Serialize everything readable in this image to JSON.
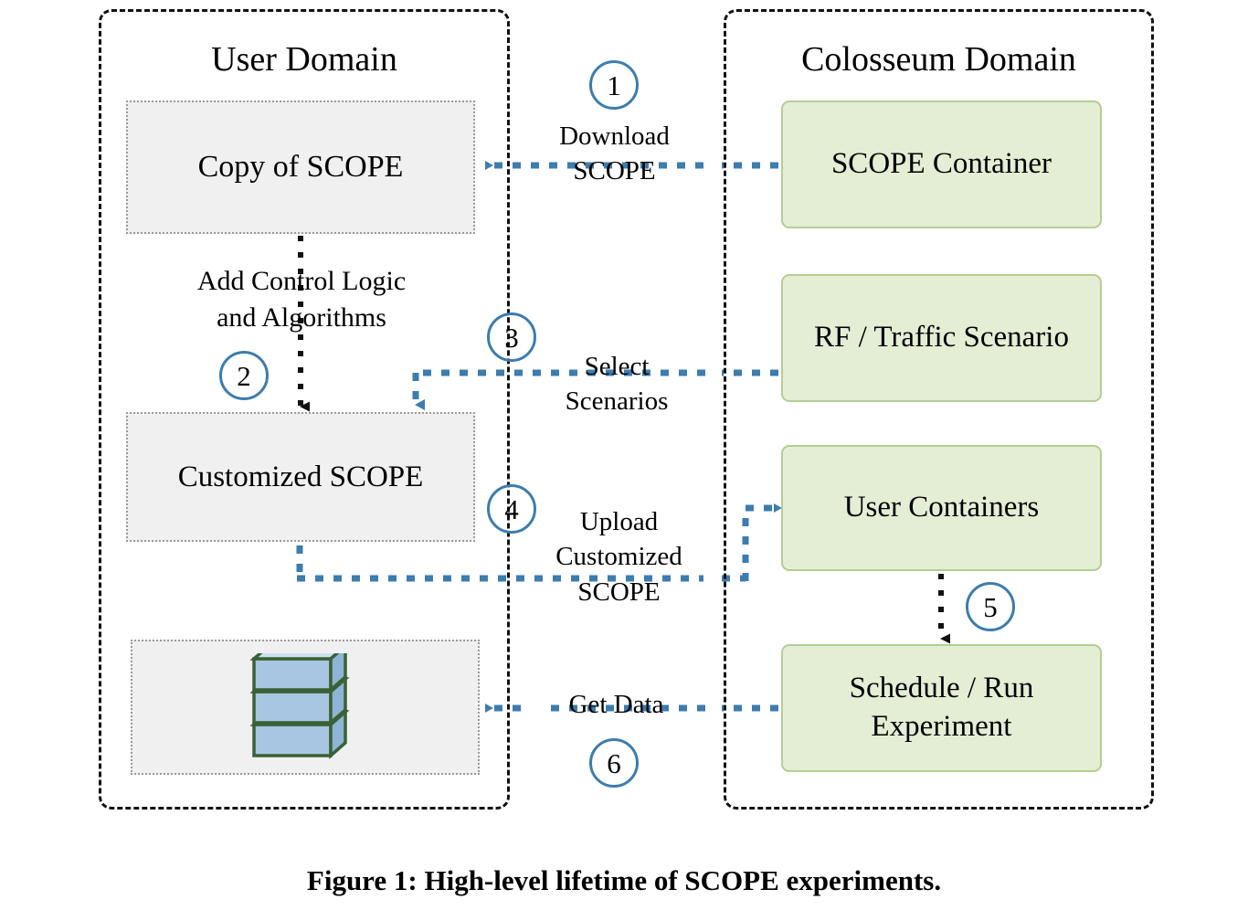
{
  "figure": {
    "caption": "Figure 1: High-level lifetime of SCOPE experiments."
  },
  "colors": {
    "accent_blue": "#3d7cae",
    "green_fill": "#e3eed4",
    "green_border": "#b3ce93",
    "gray_fill": "#f0f0f0",
    "gray_border": "#9a9a9a",
    "outline_black": "#111111",
    "stack_face": "#a8c6e2",
    "stack_outline": "#3a6136"
  },
  "domains": {
    "user": {
      "title": "User Domain",
      "boxes": [
        {
          "id": "copy-of-scope",
          "label": "Copy of SCOPE"
        },
        {
          "id": "customized-scope",
          "label": "Customized\nSCOPE"
        },
        {
          "id": "data-store",
          "label": ""
        }
      ]
    },
    "colosseum": {
      "title": "Colosseum Domain",
      "boxes": [
        {
          "id": "scope-container",
          "label": "SCOPE\nContainer"
        },
        {
          "id": "rf-traffic-scenario",
          "label": "RF / Traffic\nScenario"
        },
        {
          "id": "user-containers",
          "label": "User\nContainers"
        },
        {
          "id": "schedule-run-experiment",
          "label": "Schedule / Run\nExperiment"
        }
      ]
    }
  },
  "steps": [
    {
      "number": "1",
      "label": "Download\nSCOPE",
      "from": "scope-container",
      "to": "copy-of-scope",
      "style": "blue-dotted"
    },
    {
      "number": "2",
      "label": "Add Control Logic\nand Algorithms",
      "from": "copy-of-scope",
      "to": "customized-scope",
      "style": "black-dotted"
    },
    {
      "number": "3",
      "label": "Select\nScenarios",
      "from": "rf-traffic-scenario",
      "to": "customized-scope",
      "style": "blue-dotted"
    },
    {
      "number": "4",
      "label": "Upload\nCustomized\nSCOPE",
      "from": "customized-scope",
      "to": "user-containers",
      "style": "blue-dotted"
    },
    {
      "number": "5",
      "label": "",
      "from": "user-containers",
      "to": "schedule-run-experiment",
      "style": "black-dotted"
    },
    {
      "number": "6",
      "label": "Get Data",
      "from": "schedule-run-experiment",
      "to": "data-store",
      "style": "blue-dotted"
    }
  ],
  "icons": {
    "data_stack": "database-stack-icon"
  }
}
